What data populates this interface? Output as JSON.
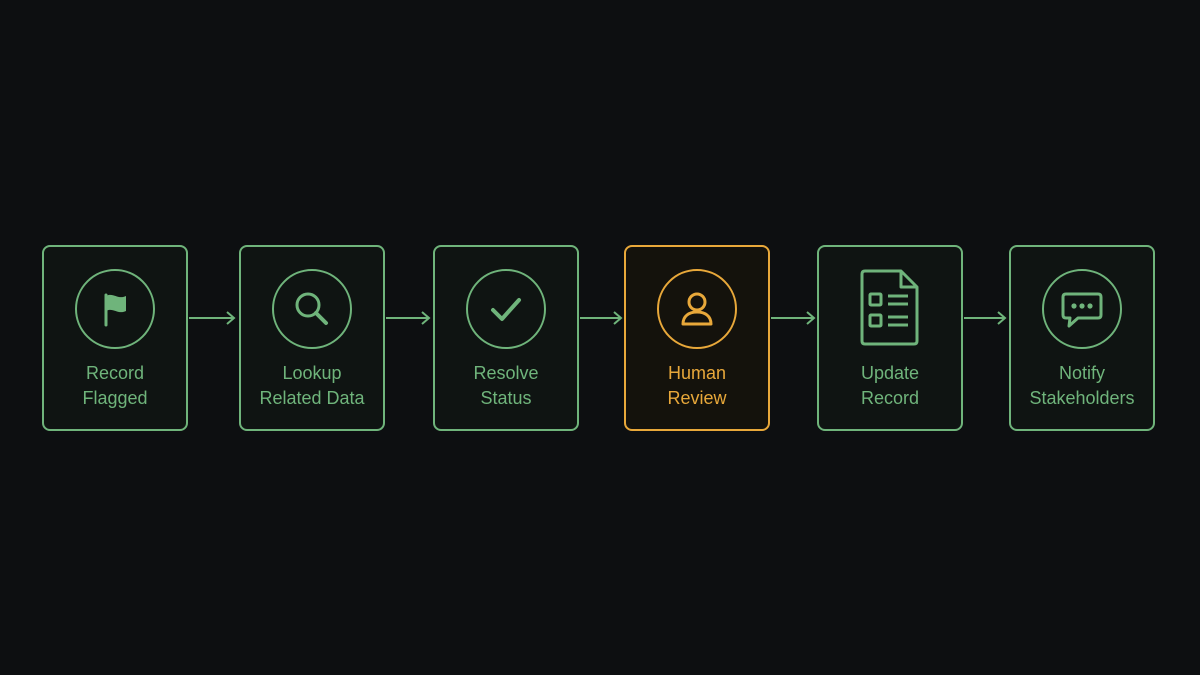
{
  "steps": [
    {
      "line1": "Record",
      "line2": "Flagged",
      "icon": "flag-icon"
    },
    {
      "line1": "Lookup",
      "line2": "Related Data",
      "icon": "search-icon"
    },
    {
      "line1": "Resolve",
      "line2": "Status",
      "icon": "checkmark-icon"
    },
    {
      "line1": "Human",
      "line2": "Review",
      "icon": "person-icon",
      "highlighted": true
    },
    {
      "line1": "Update",
      "line2": "Record",
      "icon": "document-list-icon"
    },
    {
      "line1": "Notify",
      "line2": "Stakeholders",
      "icon": "chat-bubble-icon"
    }
  ],
  "colors": {
    "background": "#0d0f11",
    "node": "#6fb47b",
    "highlight": "#e8a83a"
  }
}
